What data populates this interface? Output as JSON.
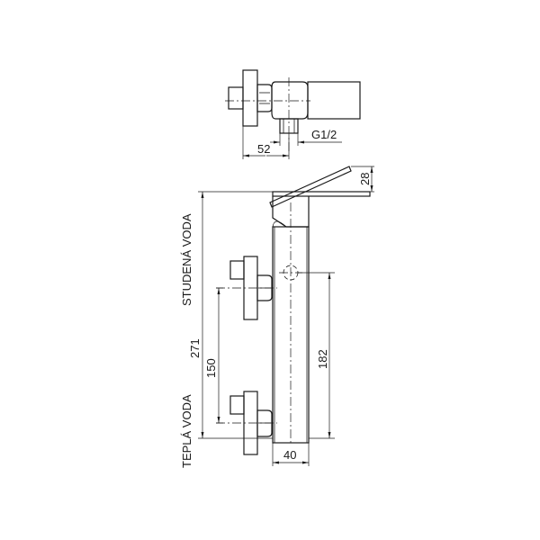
{
  "drawing": {
    "title": "Shower mixer tap technical drawing",
    "colors": {
      "line": "#1a1a1a",
      "background": "#ffffff"
    },
    "top_view": {
      "dimensions": {
        "width": "52",
        "thread": "G1/2"
      }
    },
    "front_view": {
      "labels": {
        "cold_water": "STUDENÁ VODA",
        "hot_water": "TEPLÁ VODA"
      },
      "dimensions": {
        "total_height": "271",
        "inlet_spacing": "150",
        "outlet_height": "182",
        "lever_height": "28",
        "body_width": "40"
      }
    }
  }
}
